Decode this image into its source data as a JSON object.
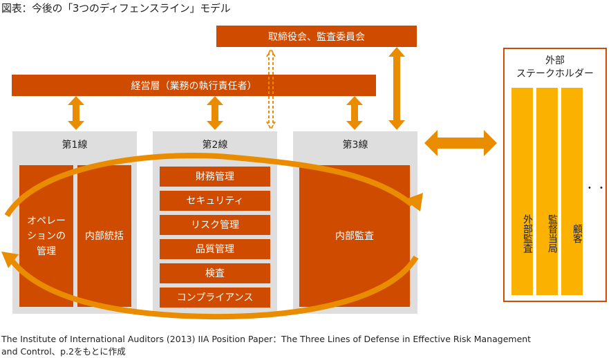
{
  "title": "図表：今後の「3つのディフェンスライン」モデル",
  "board": {
    "label": "取締役会、監査委員会"
  },
  "management": {
    "label": "経営層（業務の執行責任者）"
  },
  "lines": [
    {
      "label": "第1線",
      "cells": [
        "オペレーションの管理",
        "内部統括"
      ]
    },
    {
      "label": "第2線",
      "functions": [
        "財務管理",
        "セキュリティ",
        "リスク管理",
        "品質管理",
        "検査",
        "コンプライアンス"
      ]
    },
    {
      "label": "第3線",
      "cells": [
        "内部監査"
      ]
    }
  ],
  "line1_ops_lines": [
    "オペレー",
    "ションの",
    "管理"
  ],
  "external": {
    "label_line1": "外部",
    "label_line2": "ステークホルダー",
    "columns": [
      "外部監査",
      "監督当局",
      "顧客"
    ],
    "more": "・・・"
  },
  "colors": {
    "primary": "#cf4b00",
    "arrow": "#ea8c00",
    "external": "#fbb100",
    "line_bg": "#dedede"
  },
  "footnote": {
    "line1": "The Institute of International Auditors (2013) IIA Position Paper：The Three Lines of Defense in Effective Risk Management",
    "line2": "and Control、p.2をもとに作成"
  }
}
